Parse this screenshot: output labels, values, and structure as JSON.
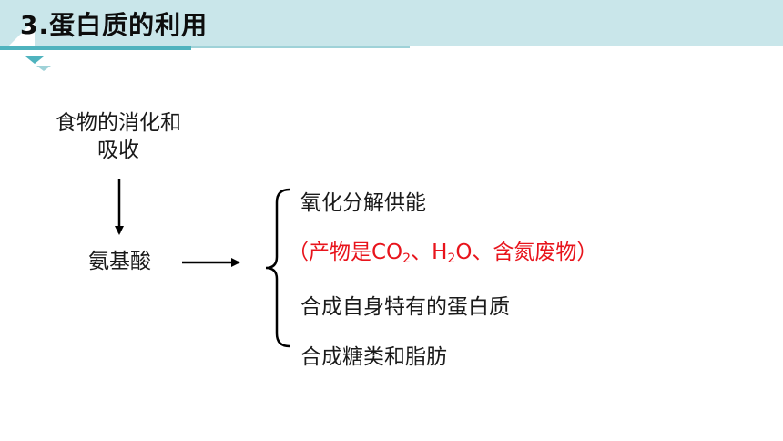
{
  "header": {
    "title": "3.蛋白质的利用"
  },
  "diagram": {
    "source_line1": "食物的消化和",
    "source_line2": "吸收",
    "middle": "氨基酸",
    "branches": {
      "oxidation": "氧化分解供能",
      "products": {
        "open": "（产物是CO",
        "co2_sub": "2",
        "sep": "、H",
        "h2o_sub": "2",
        "close": "O、含氮废物）"
      },
      "synthesis_protein": "合成自身特有的蛋白质",
      "synthesis_sugar_fat": "合成糖类和脂肪"
    }
  },
  "colors": {
    "header_band": "#c9e6ea",
    "accent": "#4fb3be",
    "highlight_text": "#e8141c"
  }
}
